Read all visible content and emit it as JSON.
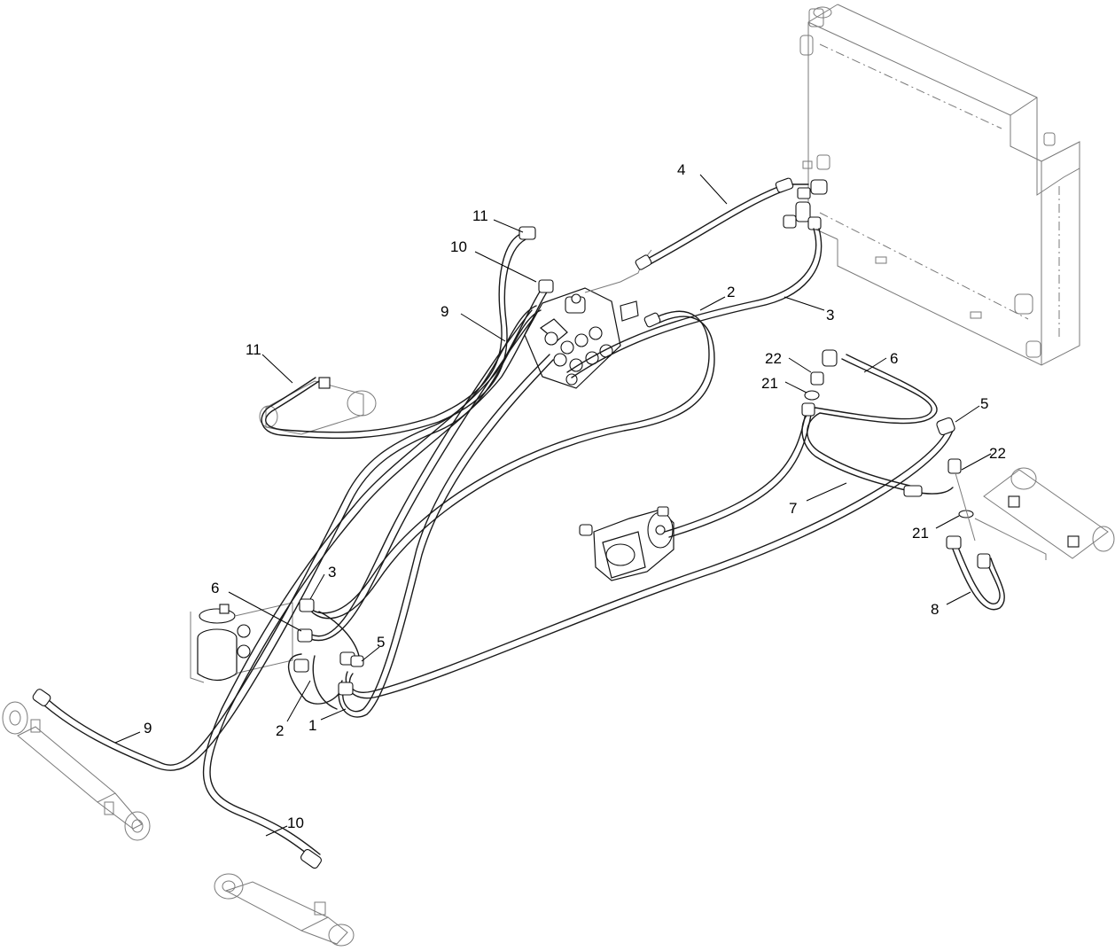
{
  "callouts": {
    "c1": "1",
    "c2a": "2",
    "c2b": "2",
    "c3a": "3",
    "c3b": "3",
    "c4": "4",
    "c5a": "5",
    "c5b": "5",
    "c6a": "6",
    "c6b": "6",
    "c7": "7",
    "c8": "8",
    "c9a": "9",
    "c9b": "9",
    "c10a": "10",
    "c10b": "10",
    "c11a": "11",
    "c11b": "11",
    "c21a": "21",
    "c21b": "21",
    "c22a": "22",
    "c22b": "22"
  },
  "colors": {
    "line": "#1a1a1a",
    "phantom": "#7a7a7a",
    "background": "#ffffff"
  }
}
